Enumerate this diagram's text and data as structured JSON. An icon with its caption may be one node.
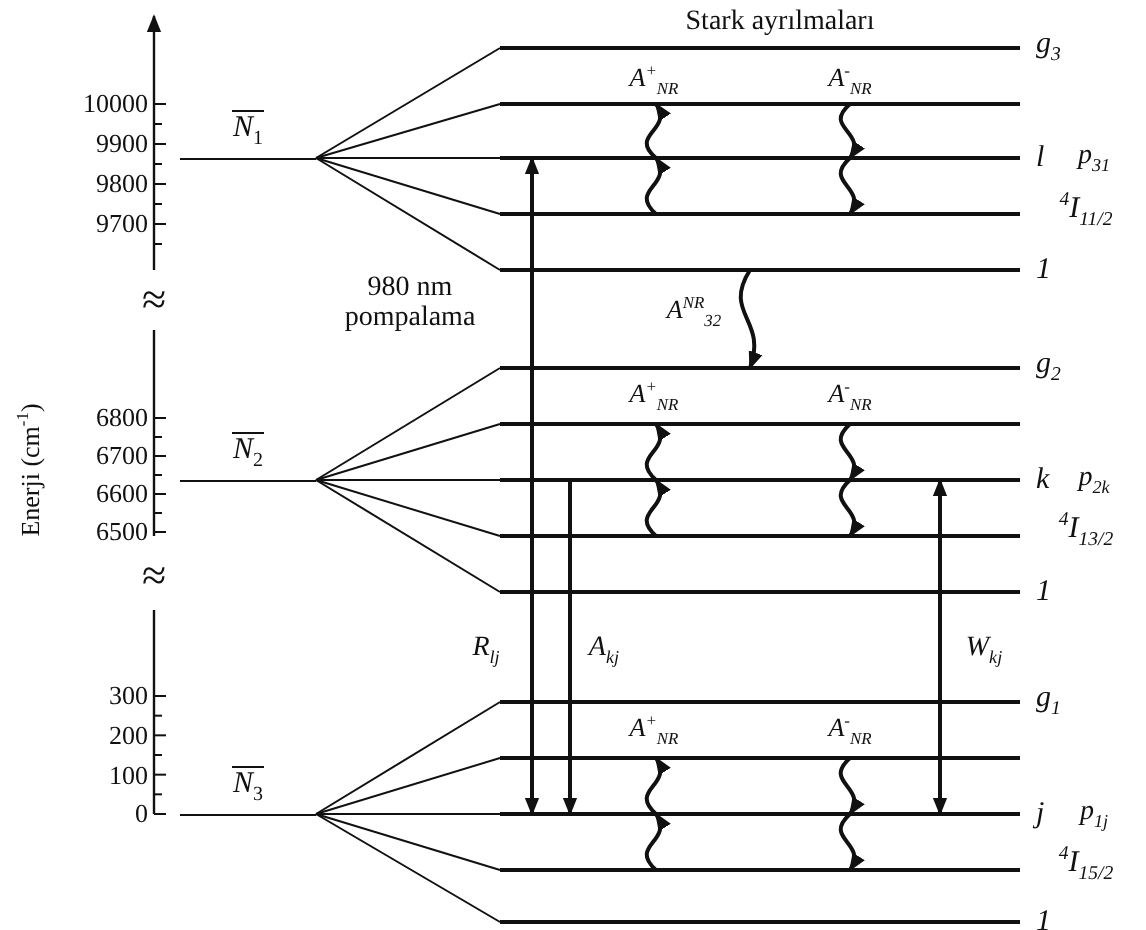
{
  "diagram": {
    "nodes": [
      {
        "text": [
          "N$_{1}$"
        ]
      },
      {
        "text": [],
        "shape": "bar",
        "beside": [
          "g$_{3}$"
        ]
      },
      {
        "text": [],
        "shape": "bar"
      },
      {
        "text": [],
        "shape": "bar",
        "beside": [
          "l"
        ]
      },
      {
        "text": [],
        "shape": "bar"
      },
      {
        "text": [],
        "shape": "bar",
        "beside": [
          "1"
        ]
      },
      {
        "text": [
          "N$_{2}$"
        ]
      },
      {
        "text": [],
        "shape": "bar",
        "beside": [
          "g$_{2}$"
        ]
      },
      {
        "text": [],
        "shape": "bar"
      },
      {
        "text": [],
        "shape": "bar",
        "beside": [
          "k"
        ]
      },
      {
        "text": [],
        "shape": "bar"
      },
      {
        "text": [],
        "shape": "bar",
        "beside": [
          "1"
        ]
      },
      {
        "text": [
          "N$_{3}$"
        ]
      },
      {
        "text": [],
        "shape": "bar",
        "beside": [
          "g$_{1}$"
        ]
      },
      {
        "text": [],
        "shape": "bar"
      },
      {
        "text": [],
        "shape": "bar",
        "beside": [
          "j"
        ]
      },
      {
        "text": [],
        "shape": "bar"
      },
      {
        "text": [],
        "shape": "bar",
        "beside": [
          "1"
        ]
      }
    ],
    "edges": [
      {
        "from": 0,
        "to": 1,
        "arrow": "none"
      },
      {
        "from": 0,
        "to": 2,
        "arrow": "none"
      },
      {
        "from": 0,
        "to": 3,
        "arrow": "none"
      },
      {
        "from": 0,
        "to": 4,
        "arrow": "none"
      },
      {
        "from": 0,
        "to": 5,
        "arrow": "none"
      },
      {
        "from": 6,
        "to": 7,
        "arrow": "none"
      },
      {
        "from": 6,
        "to": 8,
        "arrow": "none"
      },
      {
        "from": 6,
        "to": 9,
        "arrow": "none"
      },
      {
        "from": 6,
        "to": 10,
        "arrow": "none"
      },
      {
        "from": 6,
        "to": 11,
        "arrow": "none"
      },
      {
        "from": 12,
        "to": 13,
        "arrow": "none"
      },
      {
        "from": 12,
        "to": 14,
        "arrow": "none"
      },
      {
        "from": 12,
        "to": 15,
        "arrow": "none"
      },
      {
        "from": 12,
        "to": 16,
        "arrow": "none"
      },
      {
        "from": 12,
        "to": 17,
        "arrow": "none"
      },
      {
        "from": 3,
        "to": 15,
        "arrow": "both",
        "label": "R$_{lj}$"
      },
      {
        "from": 9,
        "to": 15,
        "arrow": "to",
        "label": "A$_{kj}$"
      },
      {
        "from": 9,
        "to": 15,
        "arrow": "both",
        "label": "W$_{kj}$"
      },
      {
        "from": 4,
        "to": 3,
        "arrow": "to"
      },
      {
        "from": 3,
        "to": 2,
        "arrow": "to"
      },
      {
        "from": 2,
        "to": 3,
        "arrow": "to"
      },
      {
        "from": 3,
        "to": 4,
        "arrow": "to"
      },
      {
        "from": 5,
        "to": 7,
        "arrow": "to"
      },
      {
        "from": 10,
        "to": 9,
        "arrow": "to"
      },
      {
        "from": 9,
        "to": 8,
        "arrow": "to"
      },
      {
        "from": 8,
        "to": 9,
        "arrow": "to"
      },
      {
        "from": 9,
        "to": 10,
        "arrow": "to"
      },
      {
        "from": 16,
        "to": 15,
        "arrow": "to"
      },
      {
        "from": 15,
        "to": 14,
        "arrow": "to"
      },
      {
        "from": 14,
        "to": 15,
        "arrow": "to"
      },
      {
        "from": 15,
        "to": 16,
        "arrow": "to"
      }
    ],
    "labels": [
      "Stark ayrılmaları",
      "10000",
      "9900",
      "9800",
      "9700",
      "A$^{+}$$_{NR}$",
      "A$^{-}$$_{NR}$",
      "p$_{31}$",
      "$^{4}$I$_{11/2}$",
      "≈",
      "980 nm pompalama",
      "A$^{NR}$$_{32}$",
      "6800",
      "6700",
      "Enerji (cm$^{-1}$)",
      "6600",
      "6500",
      "A$^{+}$$_{NR}$",
      "A$^{-}$$_{NR}$",
      "p$_{2k}$",
      "$^{4}$I$_{13/2}$",
      "≈",
      "300",
      "200",
      "100",
      "0",
      "A$^{+}$$_{NR}$",
      "A$^{-}$$_{NR}$",
      "p$_{1j}$",
      "$^{4}$I$_{15/2}$"
    ]
  }
}
